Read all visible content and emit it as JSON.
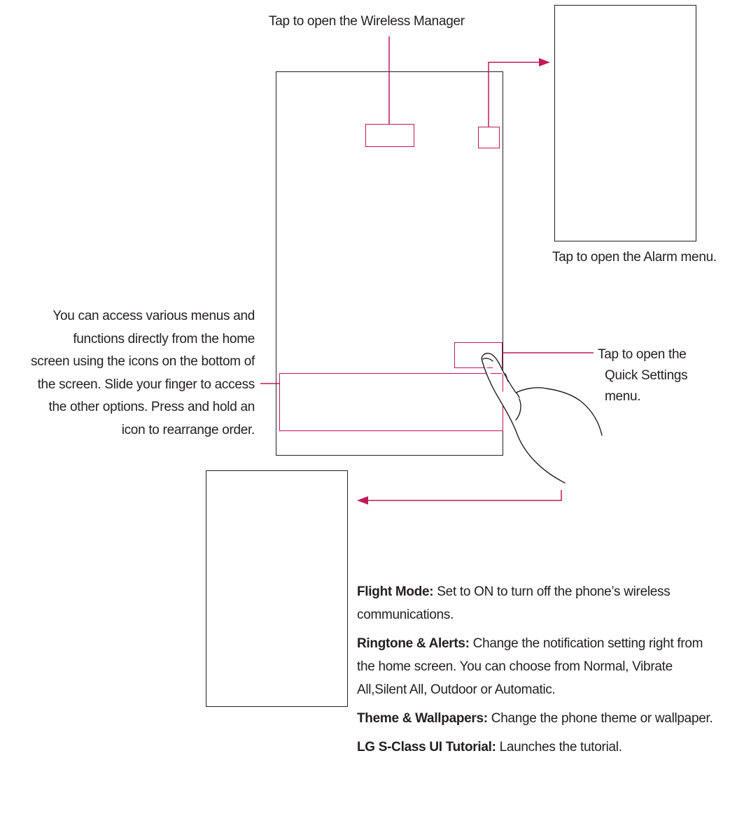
{
  "callouts": {
    "wireless_manager": "Tap to open the Wireless Manager",
    "alarm_menu": "Tap to open the Alarm menu.",
    "quick_settings": [
      "Tap to open the",
      "Quick Settings",
      "menu."
    ],
    "home_icons": [
      "You can access various menus and",
      "functions directly from the home",
      "screen using the icons on the bottom of",
      "the screen. Slide your finger to access",
      "the other options. Press and hold an",
      "icon to rearrange order."
    ]
  },
  "settings": [
    {
      "term": "Flight Mode:",
      "text": " Set to ON to turn off the phone’s wireless communications."
    },
    {
      "term": "Ringtone & Alerts:",
      "text": " Change the notification setting right from the home screen. You can choose from Normal, Vibrate All,Silent All, Outdoor or Automatic."
    },
    {
      "term": "Theme & Wallpapers:",
      "text": " Change the phone theme or wallpaper."
    },
    {
      "term": "LG S-Class UI Tutorial:",
      "text": " Launches the tutorial."
    }
  ],
  "colors": {
    "accent": "#c0185c",
    "text": "#231f20"
  },
  "icons": [
    "hand-pointer-icon",
    "arrow-right-icon",
    "arrow-left-icon"
  ]
}
